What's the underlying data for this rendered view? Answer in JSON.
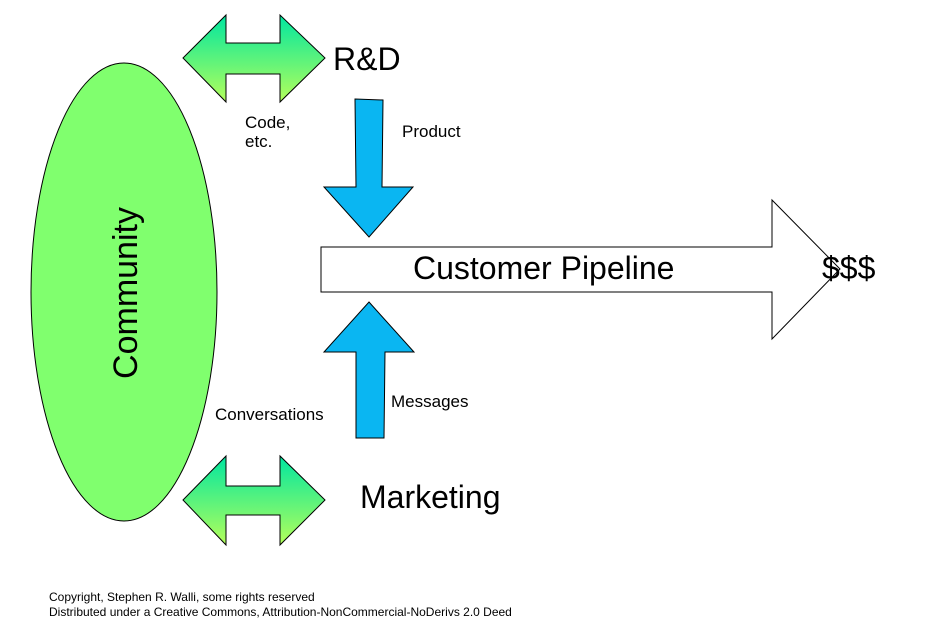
{
  "nodes": {
    "community": "Community",
    "rnd": "R&D",
    "marketing": "Marketing",
    "pipeline": "Customer Pipeline",
    "outcome": "$$$"
  },
  "edges": {
    "code_line1": "Code,",
    "code_line2": "etc.",
    "product": "Product",
    "messages": "Messages",
    "conversations": "Conversations"
  },
  "footer": {
    "line1": "Copyright, Stephen R. Walli, some rights reserved",
    "line2": "Distributed under a Creative Commons, Attribution-NonCommercial-NoDerivs 2.0 Deed"
  },
  "colors": {
    "community_fill": "#80ff6e",
    "blue_arrow": "#0ab6f2",
    "double_arrow_top": "#00e6a0",
    "double_arrow_bottom": "#b4ff5a",
    "pipeline_fill": "#ffffff",
    "stroke": "#000000"
  }
}
